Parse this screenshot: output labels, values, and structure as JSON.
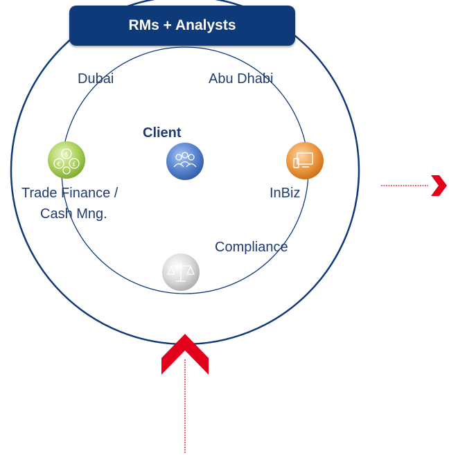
{
  "header": {
    "title": "RMs + Analysts"
  },
  "labels": {
    "dubai": "Dubai",
    "abu_dhabi": "Abu Dhabi",
    "client": "Client",
    "inbiz": "InBiz",
    "trade_finance_line1": "Trade Finance /",
    "trade_finance_line2": "Cash Mng.",
    "compliance": "Compliance"
  },
  "colors": {
    "outline": "#0f3a7a",
    "header_bg": "#0f3a7a",
    "arrow": "#e3001b",
    "label_text": "#1f3b70",
    "client_node": "#4a78c8",
    "inbiz_node": "#e8862a",
    "trade_node": "#9bc94a",
    "compliance_node": "#c8c8c8"
  },
  "icons": {
    "client": "group-people-icon",
    "inbiz": "devices-icon",
    "trade_finance": "currency-coins-icon",
    "compliance": "scales-icon"
  }
}
